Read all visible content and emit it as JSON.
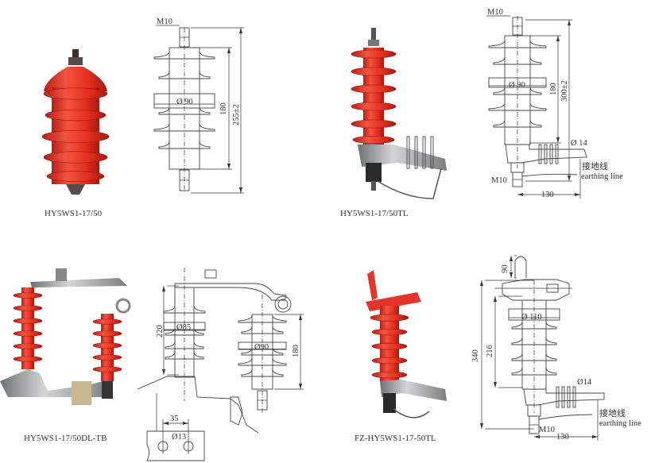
{
  "products": [
    {
      "caption": "HY5WS1-17/50",
      "dimensions": {
        "thread_top": "M10",
        "diameter": "Ø 90",
        "creep": "180",
        "height": "255±2"
      }
    },
    {
      "caption": "HY5WS1-17/50TL",
      "dimensions": {
        "thread_top": "M10",
        "diameter": "Ø 90",
        "creep": "180",
        "height": "300±2",
        "hole": "Ø 14",
        "thread_bottom": "M10",
        "offset": "130",
        "earth_cn": "接地线",
        "earth_en": "earthing line"
      }
    },
    {
      "caption": "HY5WS1-17/50DL-TB",
      "dimensions": {
        "diameter_left": "Ø85",
        "height_left": "220",
        "diameter_right": "Ø90",
        "height_right": "180",
        "hole_spacing": "35",
        "hole": "Ø13"
      }
    },
    {
      "caption": "FZ-HY5WS1-17-50TL",
      "dimensions": {
        "loop": "90",
        "diameter": "Ø 110",
        "height": "340",
        "creep": "216",
        "hole": "Ø14",
        "thread_bottom": "M10",
        "offset": "130",
        "earth_cn": "接地线",
        "earth_en": "earthing line"
      }
    }
  ],
  "colors": {
    "rubber": "#e4352a",
    "metal": "#a9acad",
    "line": "#444444"
  }
}
